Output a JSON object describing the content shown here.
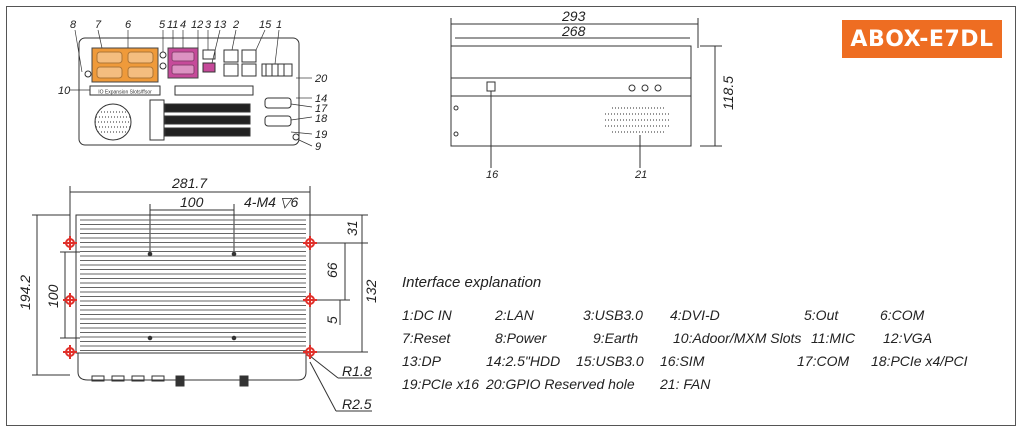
{
  "model": "ABOX-E7DL",
  "front_view": {
    "callouts": [
      "8",
      "7",
      "6",
      "5",
      "11",
      "4",
      "12",
      "3",
      "13",
      "2",
      "15",
      "1",
      "10",
      "20",
      "14",
      "17",
      "18",
      "19",
      "9"
    ],
    "slot_text": "IO Expansion Slots/ffsor"
  },
  "side_view": {
    "dims": [
      "293",
      "268",
      "118.5"
    ],
    "callouts": [
      "16",
      "21"
    ]
  },
  "top_view": {
    "dims": [
      "281.7",
      "100",
      "4-M4 ▽6",
      "194.2",
      "100",
      "31",
      "66",
      "132",
      "5",
      "R1.8",
      "R2.5"
    ]
  },
  "legend": {
    "title": "Interface explanation",
    "rows": [
      [
        "1:DC IN",
        "2:LAN",
        "3:USB3.0",
        "4:DVI-D",
        "5:Out",
        "6:COM"
      ],
      [
        "7:Reset",
        "8:Power",
        "9:Earth",
        "10:Adoor/MXM Slots",
        "11:MIC",
        "12:VGA"
      ],
      [
        "13:DP",
        "14:2.5\"HDD",
        "15:USB3.0",
        "16:SIM",
        "17:COM",
        "18:PCIe x4/PCI"
      ],
      [
        "19:PCIe x16",
        "20:GPIO  Reserved hole",
        "21: FAN"
      ]
    ]
  },
  "colors": {
    "badge": "#ee6d22",
    "com_ports": "#ef9a3a",
    "video_ports": "#c64a9a",
    "mounting_marks": "#e0302a"
  }
}
